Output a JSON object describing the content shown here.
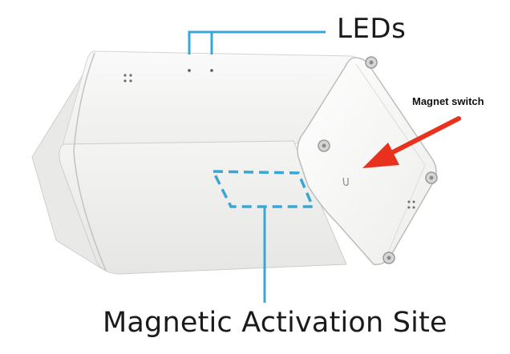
{
  "labels": {
    "leds": "LEDs",
    "magnet_switch": "Magnet switch",
    "activation_site": "Magnetic Activation Site"
  },
  "colors": {
    "callout_line": "#3aa6d4",
    "arrow": "#e8321e",
    "device_body": "#f2f2f0",
    "device_edge": "#bdbdbd"
  }
}
